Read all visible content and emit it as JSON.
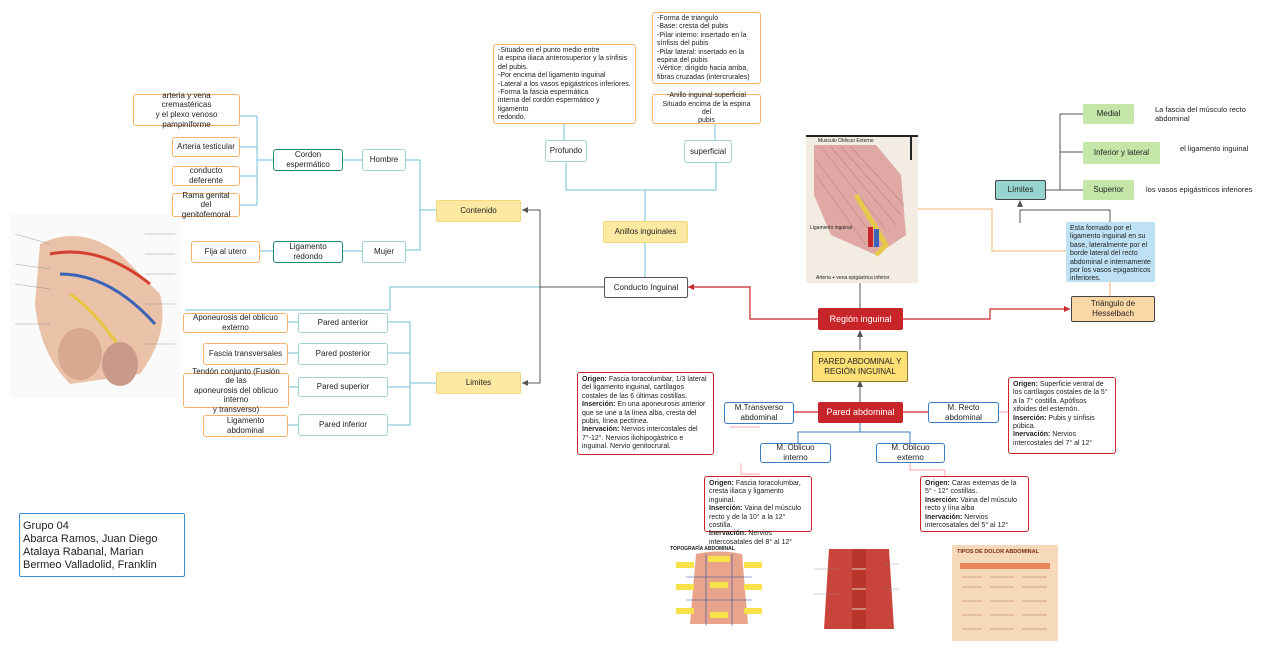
{
  "hombre": {
    "arteria_vena": "arteria y vena cremastéricas\ny el plexo venoso pampiniforme",
    "arteria_testicular": "Arteria testicular",
    "conducto_deferente": "conducto deferente",
    "rama_genital": "Rama genital del\ngenitofemoral",
    "cordon": "Cordon espermático",
    "label": "Hombre"
  },
  "mujer": {
    "fija": "Fija al utero",
    "ligamento": "Ligamento redondo",
    "label": "Mujer"
  },
  "contenido": "Contenido",
  "limites_left": {
    "label": "Limites",
    "items": [
      {
        "desc": "Aponeurosis del oblicuo externo",
        "wall": "Pared anterior"
      },
      {
        "desc": "Fascia transversales",
        "wall": "Pared posterior"
      },
      {
        "desc": "Tendón conjunto (Fusión de las\naponeurosis del oblicuo interno\ny transverso)",
        "wall": "Pared superior"
      },
      {
        "desc": "Ligamento abdominal",
        "wall": "Pared inferior"
      }
    ]
  },
  "profundo": {
    "text": "-Situado en el punto medio entre\nla espina iliaca anterosuperior y la sínfisis\ndel pubis.\n-Por encima del ligamento inguinal\n-Lateral a los vasos epigástricos inferiores.\n-Forma la fascia espermática\ninterna del cordón espermático y ligamento\nredondo.",
    "label": "Profundo"
  },
  "superficial": {
    "triangle": "-Forma de triangulo\n-Base: cresta del pubis\n-Pilar interno: insertado en la\nsínfisis del pubis\n-Pilar lateral: insertado en la\nespina del pubis\n-Vértice: dirigido hacia arriba,\nfibras cruzadas (intercrurales)",
    "anillo": "-Anillo inguinal superficial\nSituado encima de la espina del\npubis",
    "label": "superficial"
  },
  "anillos": "Anillos inguinales",
  "conducto": "Conducto Inguinal",
  "region": "Región inguinal",
  "title": "PARED ABDOMINAL Y\nREGIÓN INGUINAL",
  "pared": "Pared abdominal",
  "transverso": {
    "label": "M.Transverso\nabdominal",
    "origen_h": "Origen:",
    "origen": " Fascia toracolumbar, 1/3 lateral del ligamento inguinal, cartílagos costales de las 6 últimas costillas.",
    "insercion_h": "Inserción:",
    "insercion": " En una aponeurosis anterior que se une a la línea alba, cresta del pubis, línea pectínea.",
    "inervacion_h": "Inervación:",
    "inervacion": " Nervios intercostales del 7°-12°. Nervios iliohipogástrico e inguinal. Nervio genitocrural."
  },
  "recto": {
    "label": "M. Recto abdominal",
    "origen_h": "Origen:",
    "origen": " Superficie ventral de los cartílagos costales de la 5° a la 7° costilla. Apófisos xifoides del esternón.",
    "insercion_h": "Inserción:",
    "insercion": " Pubis y sínfisis púbica.",
    "inervacion_h": "Inervación:",
    "inervacion": " Nervios intercostales del 7° al 12°"
  },
  "oblicuo_interno": {
    "label": "M. Oblicuo interno",
    "origen_h": "Origen:",
    "origen": " Fascia toracolumbar, cresta iliaca y ligamento inguinal.",
    "insercion_h": "Inserción:",
    "insercion": " Vaina del músculo recto y de la 10° a la 12° costilla.",
    "inervacion_h": "Inervación:",
    "inervacion": " Nervios intercosatales del 8° al 12°"
  },
  "oblicuo_externo": {
    "label": "M. Oblicuo externo",
    "origen_h": "Origen:",
    "origen": " Caras externas de la 5° - 12° costillas.",
    "insercion_h": "Inserción:",
    "insercion": " Vaina del músculo recto y lína alba",
    "inervacion_h": "Inervación:",
    "inervacion": " Nervios intercosatales del 5° al 12°"
  },
  "limites_right": {
    "label": "Límites",
    "medial": "Medial",
    "medial_desc": "La fascia del músculo recto\nabdominal",
    "inferior": "Inferior y lateral",
    "inferior_desc": "el ligamento inguinal",
    "superior": "Superior",
    "superior_desc": "los vasos epigástricos inferiores"
  },
  "esta_formado": "Esta formado por el ligamento inguinal en su base, lateralmente por el borde lateral del recto abdominal e internamente por los vasos epigastricos inferiores.",
  "triangulo": "Triángulo de Hesselbach",
  "figure_labels": {
    "musculo": "Musculo Oblicuo Externo",
    "ligamento": "Ligamento inguinal",
    "arteria": "Arteria + vena epigástrica inferior",
    "topografia": "TOPOGRAFÍA ABDOMINAL",
    "tipos": "TIPOS DE DOLOR ABDOMINAL"
  },
  "group": "Grupo 04\nAbarca Ramos, Juan Diego\nAtalaya Rabanal, Marian\nBermeo Valladolid, Franklin",
  "colors": {
    "red": "#c8252b",
    "blue": "#3a7dc2",
    "teal": "#1f8a74",
    "orange": "#f5b26b"
  }
}
